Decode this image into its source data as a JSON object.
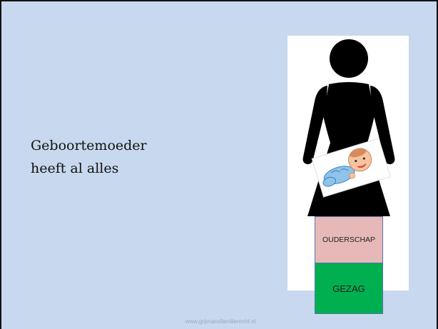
{
  "slide": {
    "line1": "Geboortemoeder",
    "line2": "heeft al alles",
    "box_ouderschap": "OUDERSCHAP",
    "box_gezag": "GEZAG",
    "footer": "www.grijmansfamilierecht.nl"
  },
  "colors": {
    "background": "#c8d8ee",
    "ouderschap": "#e6b9b8",
    "gezag": "#00b050"
  },
  "icons": {
    "woman": "woman-silhouette-icon",
    "baby": "baby-icon"
  }
}
